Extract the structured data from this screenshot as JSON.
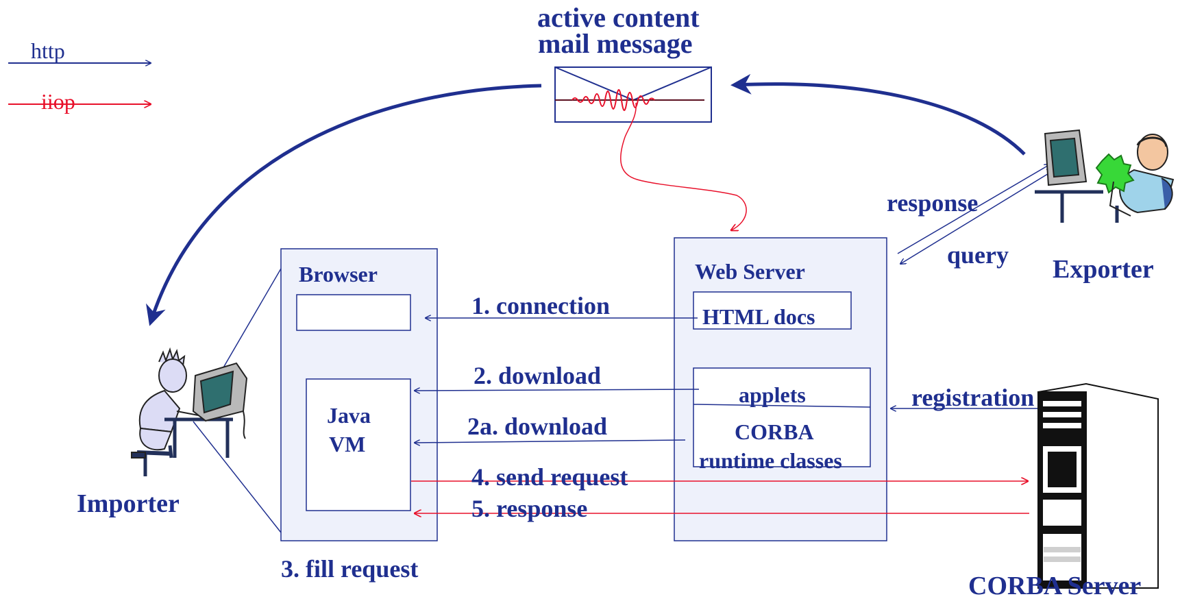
{
  "legend": {
    "http": "http",
    "iiop": "iiop",
    "http_color": "#1f2f8f",
    "iiop_color": "#e8102a"
  },
  "mail": {
    "title_line1": "active content",
    "title_line2": "mail message"
  },
  "browser": {
    "title": "Browser",
    "java_line1": "Java",
    "java_line2": "VM"
  },
  "web_server": {
    "title": "Web Server",
    "html_docs": "HTML docs",
    "applets": "applets",
    "corba_line1": "CORBA",
    "corba_line2": "runtime classes"
  },
  "flows": {
    "connection": "1. connection",
    "download": "2. download",
    "download_a": "2a. download",
    "fill_request": "3. fill request",
    "send_request": "4. send request",
    "response5": "5. response",
    "registration": "registration",
    "response": "response",
    "query": "query"
  },
  "actors": {
    "importer": "Importer",
    "exporter": "Exporter",
    "corba_server": "CORBA Server"
  },
  "colors": {
    "box_fill": "#eef1fb",
    "box_stroke": "#1f2f8f",
    "text": "#1f2f8f"
  }
}
